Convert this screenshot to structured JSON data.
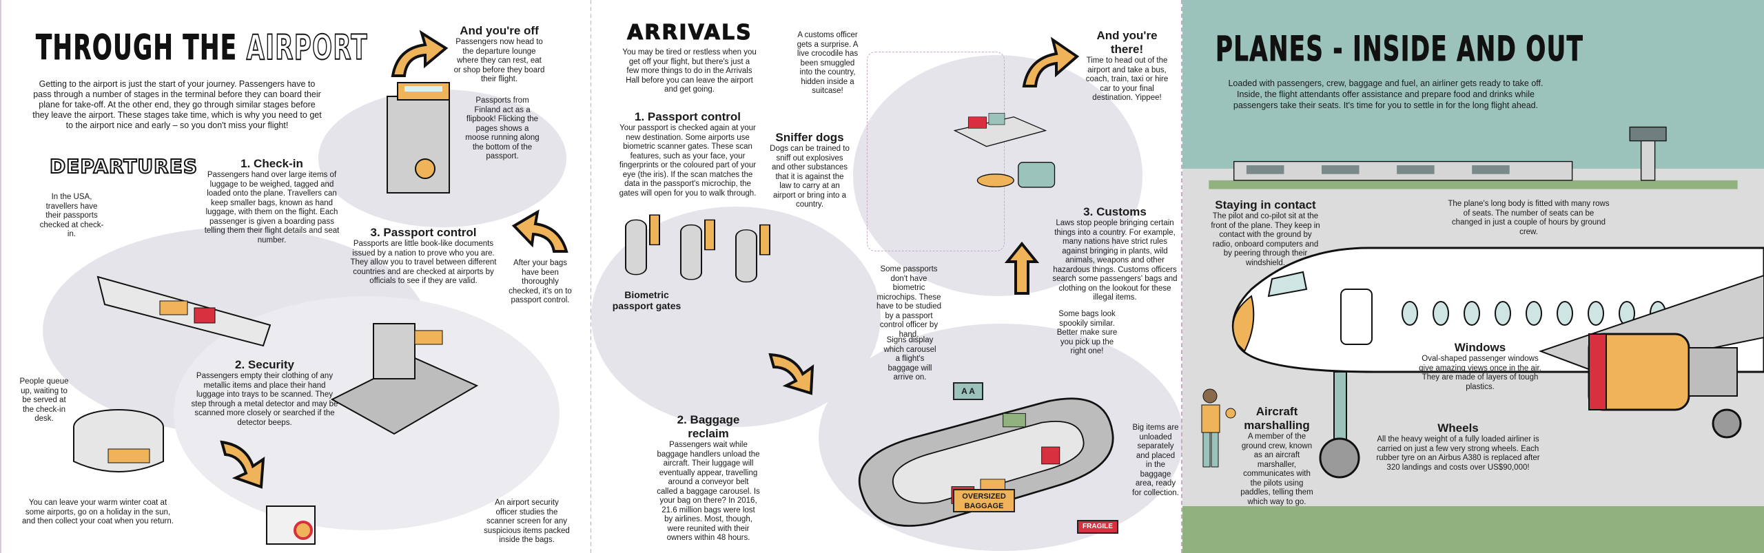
{
  "left_page": {
    "title_a": "THROUGH THE ",
    "title_b": "AIRPORT",
    "intro": "Getting to the airport is just the start of your journey. Passengers have to pass through a number of stages in the terminal before they can board their plane for take-off. At the other end, they go through similar stages before they leave the airport. These stages take time, which is why you need to get to the airport nice and early – so you don't miss your flight!",
    "departures_heading": "DEPARTURES",
    "off": {
      "heading": "And you're off",
      "body": "Passengers now head to the departure lounge where they can rest, eat or shop before they board their flight."
    },
    "finland": "Passports from Finland act as a flipbook! Flicking the pages shows a moose running along the bottom of the passport.",
    "checkin": {
      "heading": "1. Check-in",
      "body": "Passengers hand over large items of luggage to be weighed, tagged and loaded onto the plane. Travellers can keep smaller bags, known as hand luggage, with them on the flight. Each passenger is given a boarding pass telling them their flight details and seat number."
    },
    "usa": "In the USA, travellers have their passports checked at check-in.",
    "passport": {
      "heading": "3. Passport control",
      "body": "Passports are little book-like documents issued by a nation to prove who you are. They allow you to travel between different countries and are checked at airports by officials to see if they are valid."
    },
    "after_bags": "After your bags have been thoroughly checked, it's on to passport control.",
    "queue": "People queue up, waiting to be served at the check-in desk.",
    "security": {
      "heading": "2. Security",
      "body": "Passengers empty their clothing of any metallic items and place their hand luggage into trays to be scanned. They step through a metal detector and may be scanned more closely or searched if the detector beeps."
    },
    "coat": "You can leave your warm winter coat at some airports, go on a holiday in the sun, and then collect your coat when you return.",
    "officer": "An airport security officer studies the scanner screen for any suspicious items packed inside the bags."
  },
  "middle_page": {
    "arrivals_heading": "ARRIVALS",
    "arrivals_intro": "You may be tired or restless when you get off your flight, but there's just a few more things to do in the Arrivals Hall before you can leave the airport and get going.",
    "croc": "A customs officer gets a surprise. A live crocodile has been smuggled into the country, hidden inside a suitcase!",
    "passport": {
      "heading": "1. Passport control",
      "body": "Your passport is checked again at your new destination. Some airports use biometric scanner gates. These scan features, such as your face, your fingerprints or the coloured part of your eye (the iris). If the scan matches the data in the passport's microchip, the gates will open for you to walk through."
    },
    "dogs": {
      "heading": "Sniffer dogs",
      "body": "Dogs can be trained to sniff out explosives and other substances that it is against the law to carry at an airport or bring into a country."
    },
    "gates_label": "Biometric passport gates",
    "no_chip": "Some passports don't have biometric microchips. These have to be studied by a passport control officer by hand.",
    "signs": "Signs display which carousel a flight's baggage will arrive on.",
    "carousel_sign": "A A",
    "reclaim": {
      "heading": "2. Baggage reclaim",
      "body": "Passengers wait while baggage handlers unload the aircraft. Their luggage will eventually appear, travelling around a conveyor belt called a baggage carousel. Is your bag on there? In 2016, 21.6 million bags were lost by airlines. Most, though, were reunited with their owners within 48 hours."
    },
    "there": {
      "heading": "And you're there!",
      "body": "Time to head out of the airport and take a bus, coach, train, taxi or hire car to your final destination. Yippee!"
    },
    "customs": {
      "heading": "3. Customs",
      "body": "Laws stop people bringing certain things into a country. For example, many nations have strict rules against bringing in plants, wild animals, weapons and other hazardous things. Customs officers search some passengers' bags and clothing on the lookout for these illegal items."
    },
    "similar": "Some bags look spookily similar. Better make sure you pick up the right one!",
    "big_items": "Big items are unloaded separately and placed in the baggage area, ready for collection.",
    "oversized_sign": "OVERSIZED BAGGAGE",
    "fragile_sign": "FRAGILE"
  },
  "right_page": {
    "title": "PLANES - INSIDE AND OUT",
    "intro": "Loaded with passengers, crew, baggage and fuel, an airliner gets ready to take off. Inside, the flight attendants offer assistance and prepare food and drinks while passengers take their seats. It's time for you to settle in for the long flight ahead.",
    "contact": {
      "heading": "Staying in contact",
      "body": "The pilot and co-pilot sit at the front of the plane. They keep in contact with the ground by radio, onboard computers and by peering through their windshield."
    },
    "body_text": "The plane's long body is fitted with many rows of seats. The number of seats can be changed in just a couple of hours by ground crew.",
    "windows": {
      "heading": "Windows",
      "body": "Oval-shaped passenger windows give amazing views once in the air. They are made of layers of tough plastics."
    },
    "marshalling": {
      "heading": "Aircraft marshalling",
      "body": "A member of the ground crew, known as an aircraft marshaller, communicates with the pilots using paddles, telling them which way to go."
    },
    "wheels": {
      "heading": "Wheels",
      "body": "All the heavy weight of a fully loaded airliner is carried on just a few very strong wheels. Each rubber tyre on an Airbus A380 is replaced after 320 landings and costs over US$90,000!"
    }
  },
  "colors": {
    "accent_orange": "#efb45a",
    "teal_sky": "#9cc3bb",
    "red": "#d9303f",
    "green_grass": "#8fb27e"
  }
}
